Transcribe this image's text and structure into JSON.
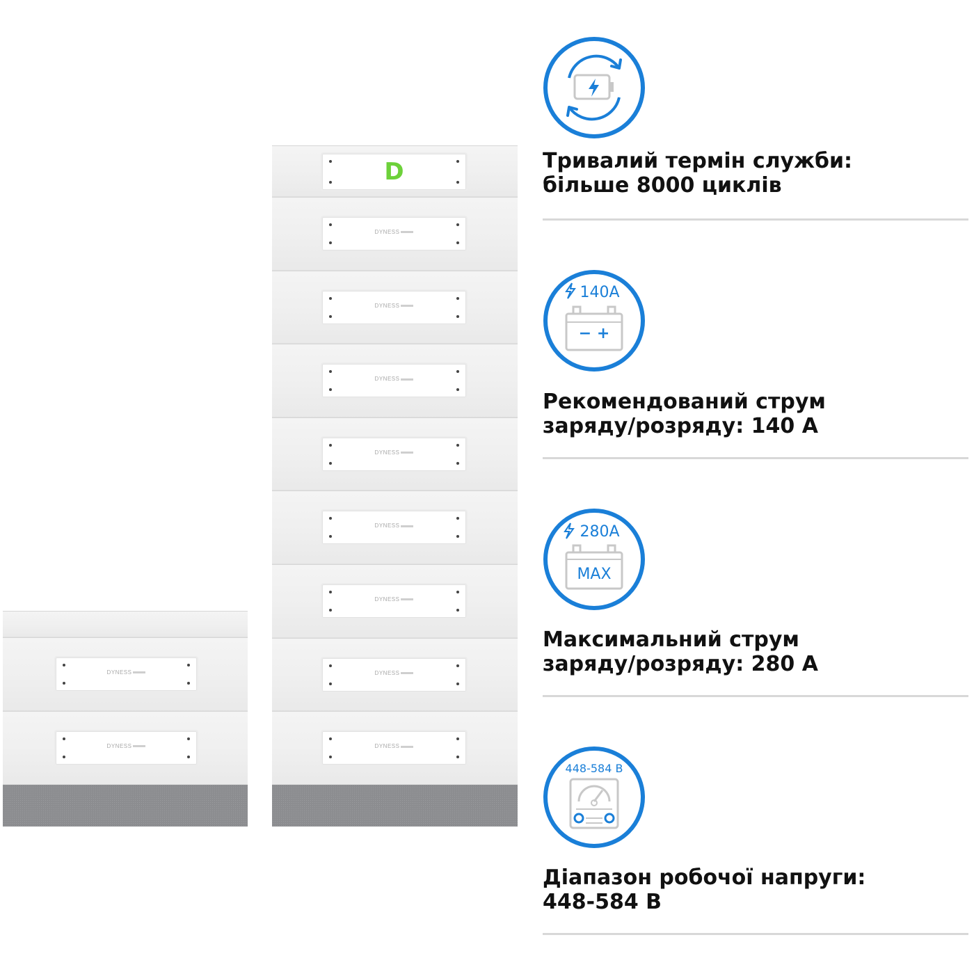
{
  "battery": {
    "master_logo_letter": "D",
    "brand": "DYNESS",
    "colors": {
      "logo_green": "#6dd13a",
      "base_gray": "#8c8d90"
    }
  },
  "features": [
    {
      "icon": "battery-cycle-icon",
      "title_line1": "Тривалий термін служби:",
      "title_line2": "більше 8000 циклів"
    },
    {
      "icon": "battery-current-icon",
      "badge": "140A",
      "battery_symbols": "− +",
      "title_line1": "Рекомендований струм",
      "title_line2": "заряду/розряду: 140 A"
    },
    {
      "icon": "battery-max-current-icon",
      "badge": "280A",
      "battery_label": "MAX",
      "title_line1": "Максимальний струм",
      "title_line2": "заряду/розряду: 280 A"
    },
    {
      "icon": "voltmeter-icon",
      "badge": "448-584 B",
      "title_line1": "Діапазон робочої напруги:",
      "title_line2": "448-584 B"
    }
  ],
  "colors": {
    "accent": "#1a7fd8",
    "icon_line": "#c8c8c8",
    "text": "#111111",
    "divider": "#d8d8d8"
  }
}
